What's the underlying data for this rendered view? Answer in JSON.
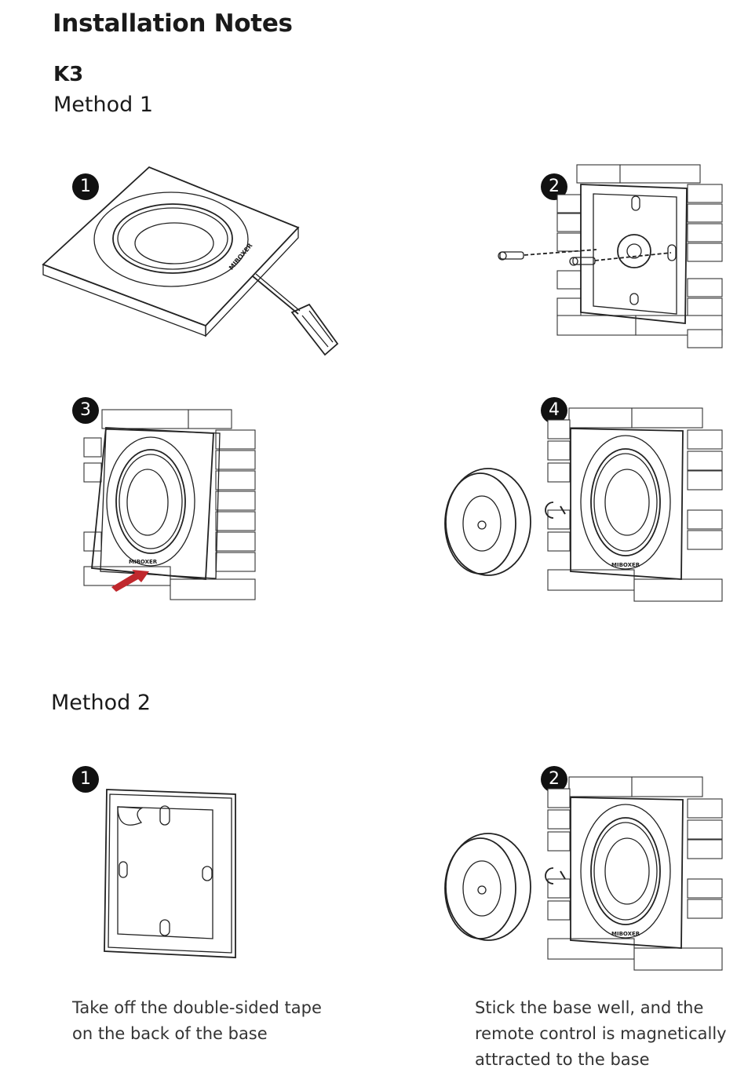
{
  "header": {
    "title": "Installation Notes",
    "model": "K3"
  },
  "method1": {
    "title": "Method 1",
    "steps": [
      "1",
      "2",
      "3",
      "4"
    ]
  },
  "method2": {
    "title": "Method 2",
    "steps": [
      "1",
      "2"
    ],
    "caption1_line1": "Take off the double-sided tape",
    "caption1_line2": "on the back of the base",
    "caption2_line1": "Stick the base well, and the",
    "caption2_line2": "remote control is magnetically",
    "caption2_line3": "attracted to the base"
  },
  "brand": "MIBOXER",
  "colors": {
    "arrow": "#c0282d",
    "step_badge": "#111111"
  }
}
